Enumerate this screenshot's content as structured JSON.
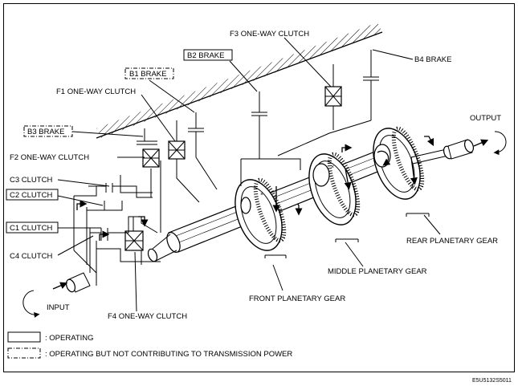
{
  "labels": {
    "f3_one_way_clutch": "F3 ONE-WAY CLUTCH",
    "b2_brake": "B2 BRAKE",
    "b4_brake": "B4 BRAKE",
    "b1_brake": "B1 BRAKE",
    "f1_one_way_clutch": "F1 ONE-WAY CLUTCH",
    "b3_brake": "B3 BRAKE",
    "f2_one_way_clutch": "F2 ONE-WAY CLUTCH",
    "c3_clutch": "C3 CLUTCH",
    "c2_clutch": "C2 CLUTCH",
    "c1_clutch": "C1 CLUTCH",
    "c4_clutch": "C4 CLUTCH",
    "f4_one_way_clutch": "F4 ONE-WAY CLUTCH",
    "output": "OUTPUT",
    "input": "INPUT",
    "front_planetary_gear": "FRONT PLANETARY GEAR",
    "middle_planetary_gear": "MIDDLE PLANETARY GEAR",
    "rear_planetary_gear": "REAR PLANETARY GEAR"
  },
  "legend": {
    "operating": ": OPERATING",
    "operating_not_contributing": ": OPERATING BUT NOT CONTRIBUTING TO TRANSMISSION POWER"
  },
  "figure_code": "E5U5132S5011"
}
